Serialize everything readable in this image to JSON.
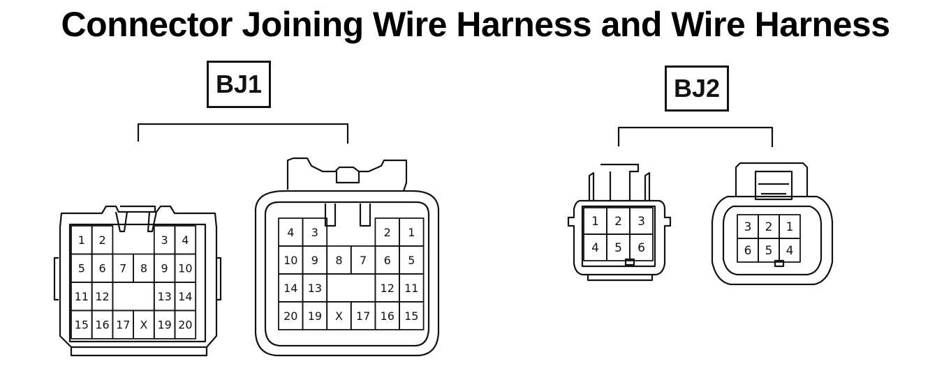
{
  "title": "Connector Joining Wire Harness and Wire Harness",
  "groups": [
    {
      "label": "BJ1",
      "connectors": [
        {
          "name": "bj1-female",
          "rows": [
            [
              "1",
              "2",
              "",
              "",
              "3",
              "4"
            ],
            [
              "5",
              "6",
              "7",
              "8",
              "9",
              "10"
            ],
            [
              "11",
              "12",
              "",
              "",
              "13",
              "14"
            ],
            [
              "15",
              "16",
              "17",
              "X",
              "19",
              "20"
            ]
          ]
        },
        {
          "name": "bj1-male",
          "rows": [
            [
              "4",
              "3",
              "",
              "",
              "2",
              "1"
            ],
            [
              "10",
              "9",
              "8",
              "7",
              "6",
              "5"
            ],
            [
              "14",
              "13",
              "",
              "",
              "12",
              "11"
            ],
            [
              "20",
              "19",
              "X",
              "17",
              "16",
              "15"
            ]
          ]
        }
      ]
    },
    {
      "label": "BJ2",
      "connectors": [
        {
          "name": "bj2-female",
          "rows": [
            [
              "1",
              "2",
              "3"
            ],
            [
              "4",
              "5",
              "6"
            ]
          ]
        },
        {
          "name": "bj2-male",
          "rows": [
            [
              "3",
              "2",
              "1"
            ],
            [
              "6",
              "5",
              "4"
            ]
          ]
        }
      ]
    }
  ]
}
